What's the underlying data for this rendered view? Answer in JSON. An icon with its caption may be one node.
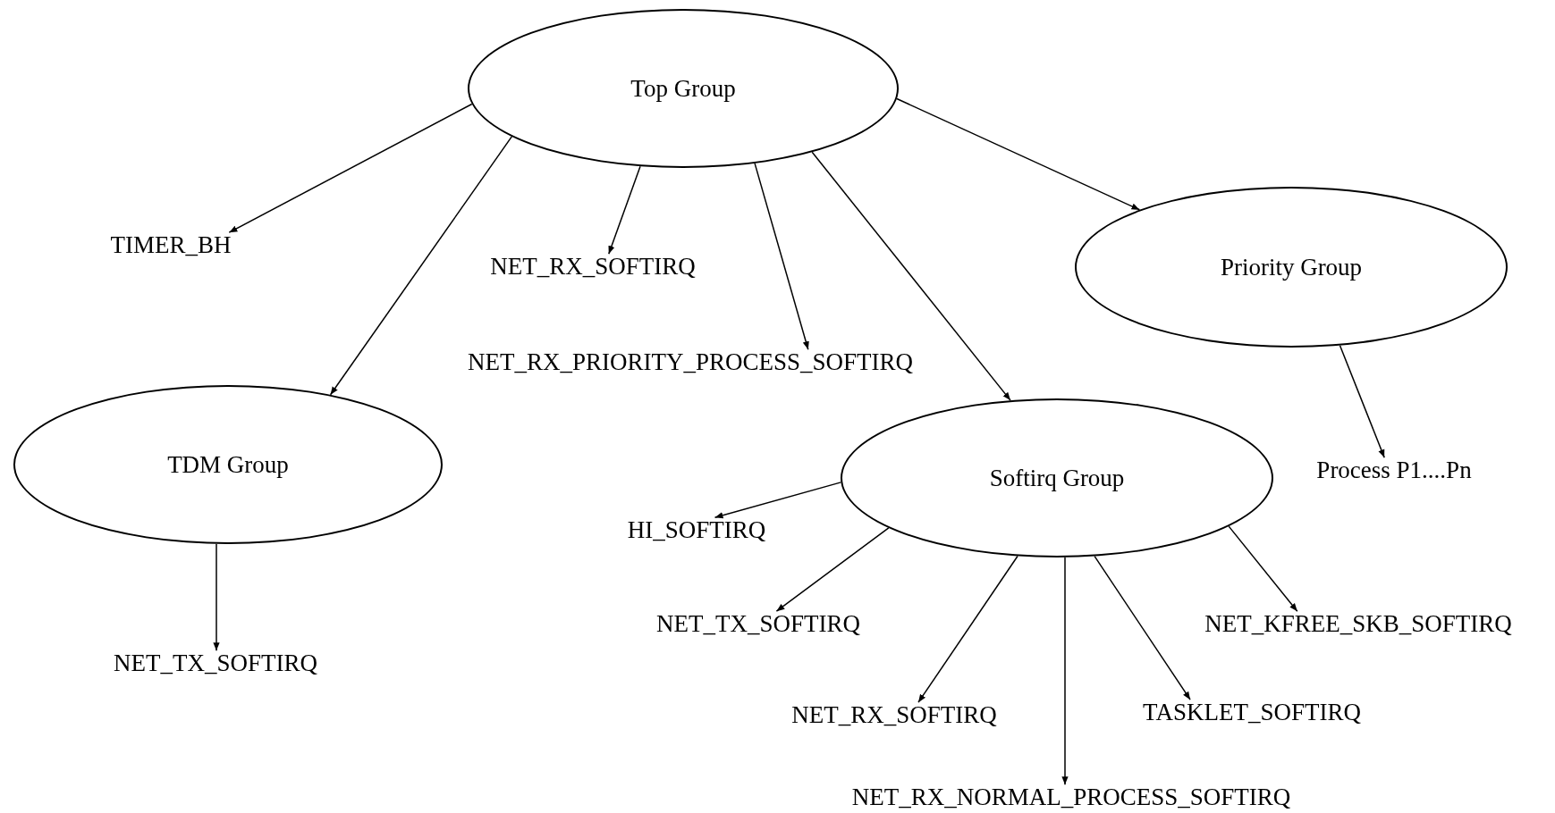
{
  "diagram": {
    "nodes": [
      {
        "text": [
          "Top Group"
        ]
      },
      {
        "text": [
          "TIMER_BH"
        ]
      },
      {
        "text": [
          "NET_RX_SOFTIRQ"
        ]
      },
      {
        "text": [
          "NET_RX_PRIORITY_PROCESS_SOFTIRQ"
        ]
      },
      {
        "text": [
          "TDM Group"
        ]
      },
      {
        "text": [
          "NET_TX_SOFTIRQ"
        ]
      },
      {
        "text": [
          "Priority Group"
        ]
      },
      {
        "text": [
          "Process P1....Pn"
        ]
      },
      {
        "text": [
          "Softirq Group"
        ]
      },
      {
        "text": [
          "HI_SOFTIRQ"
        ]
      },
      {
        "text": [
          "NET_TX_SOFTIRQ"
        ]
      },
      {
        "text": [
          "NET_KFREE_SKB_SOFTIRQ"
        ]
      },
      {
        "text": [
          "NET_RX_SOFTIRQ"
        ]
      },
      {
        "text": [
          "TASKLET_SOFTIRQ"
        ]
      },
      {
        "text": [
          "NET_RX_NORMAL_PROCESS_SOFTIRQ"
        ]
      }
    ],
    "edges": [
      {
        "from": 0,
        "to": 1,
        "arrow": "to"
      },
      {
        "from": 0,
        "to": 4,
        "arrow": "to"
      },
      {
        "from": 0,
        "to": 2,
        "arrow": "to"
      },
      {
        "from": 0,
        "to": 3,
        "arrow": "to"
      },
      {
        "from": 0,
        "to": 8,
        "arrow": "to"
      },
      {
        "from": 0,
        "to": 6,
        "arrow": "to"
      },
      {
        "from": 4,
        "to": 5,
        "arrow": "to"
      },
      {
        "from": 6,
        "to": 7,
        "arrow": "to"
      },
      {
        "from": 8,
        "to": 9,
        "arrow": "to"
      },
      {
        "from": 8,
        "to": 10,
        "arrow": "to"
      },
      {
        "from": 8,
        "to": 12,
        "arrow": "to"
      },
      {
        "from": 8,
        "to": 11,
        "arrow": "to"
      },
      {
        "from": 8,
        "to": 13,
        "arrow": "to"
      },
      {
        "from": 8,
        "to": 14,
        "arrow": "to"
      }
    ]
  }
}
